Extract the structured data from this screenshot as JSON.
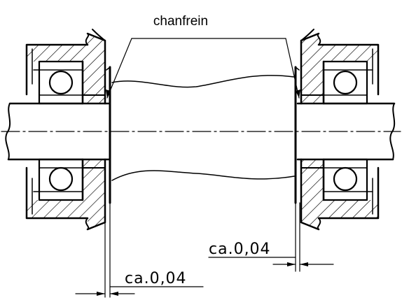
{
  "annotations": {
    "chamfer_label": "chanfrein",
    "clearance_right": "ca.0,04",
    "clearance_left": "ca.0,04"
  },
  "colors": {
    "line": "#000000",
    "background": "#ffffff"
  }
}
